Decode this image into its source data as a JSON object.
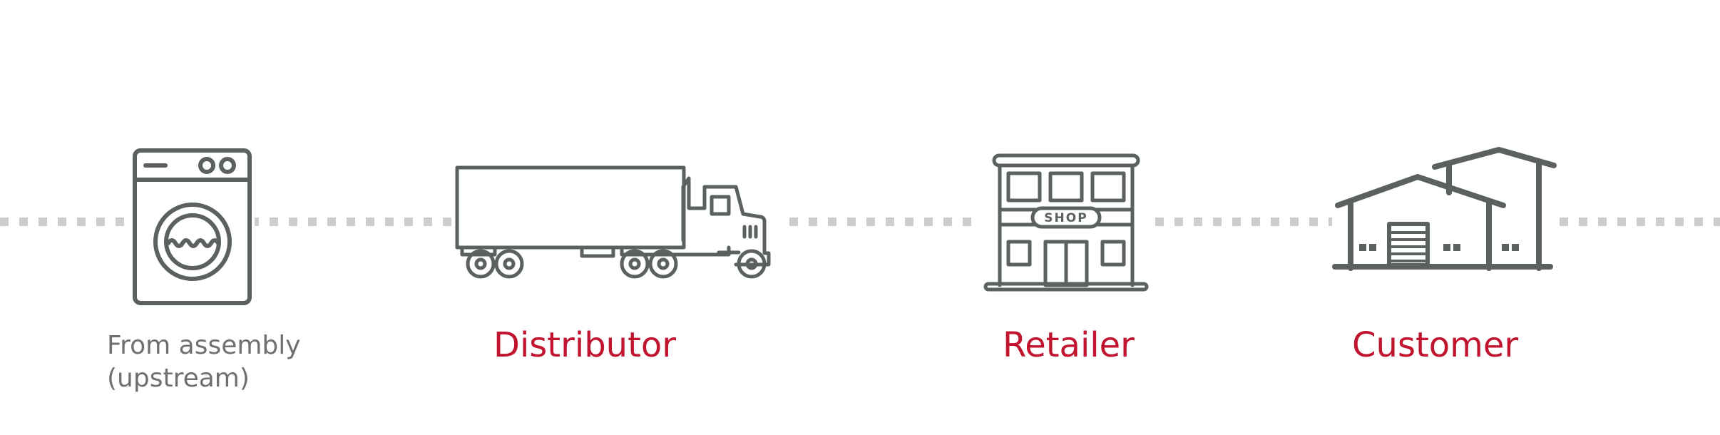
{
  "colors": {
    "icon_stroke": "#5b6060",
    "dotted_line": "#cdcdcd",
    "label_accent": "#c0142f",
    "label_muted": "#6d7070"
  },
  "flow": {
    "origin": {
      "icon": "washing-machine-icon",
      "label_line1": "From assembly",
      "label_line2": "(upstream)"
    },
    "steps": [
      {
        "icon": "truck-icon",
        "label": "Distributor"
      },
      {
        "icon": "shop-icon",
        "label": "Retailer"
      },
      {
        "icon": "house-icon",
        "label": "Customer"
      }
    ],
    "shop_sign": "SHOP"
  }
}
